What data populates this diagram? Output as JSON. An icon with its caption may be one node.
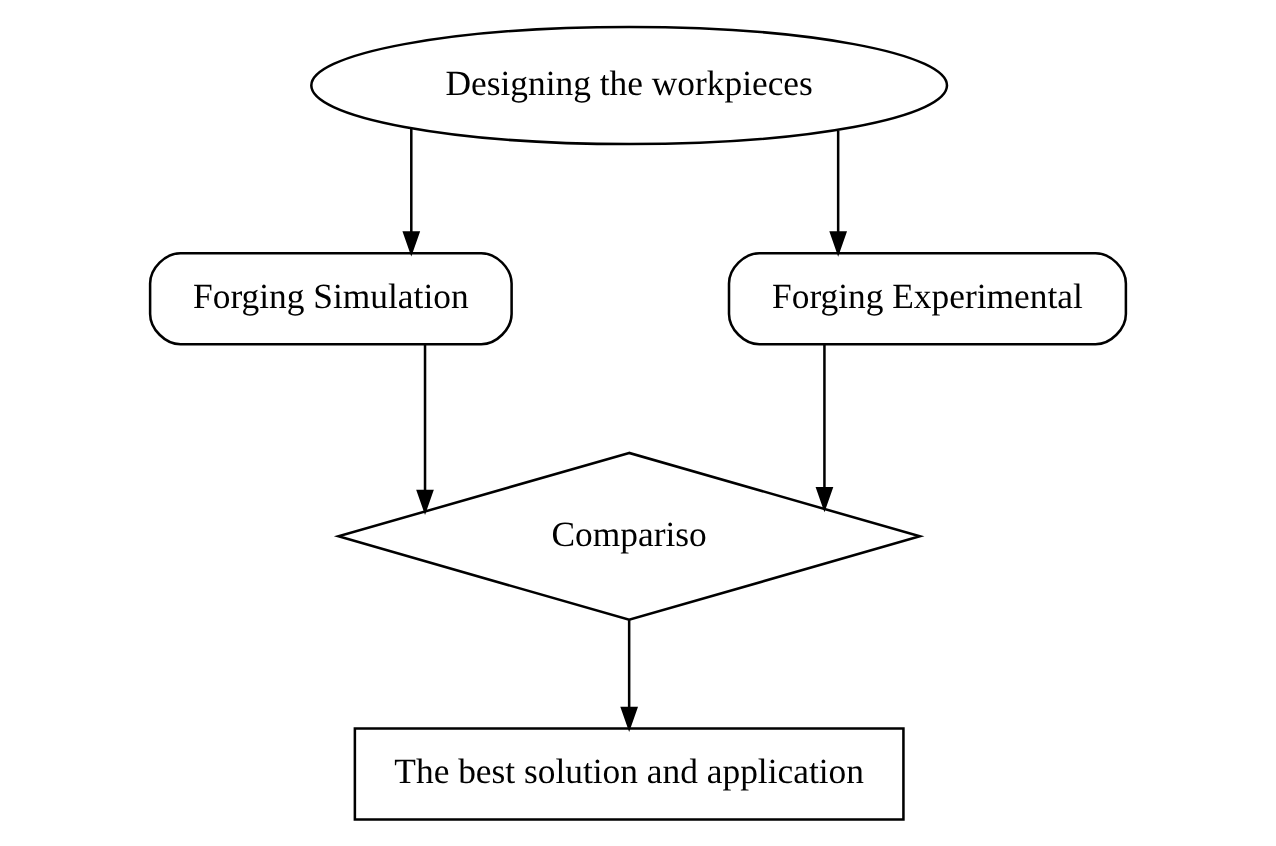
{
  "diagram": {
    "nodes": [
      {
        "text": [
          "Designing the workpieces"
        ]
      },
      {
        "text": [
          "Forging Simulation"
        ]
      },
      {
        "text": [
          "Forging Experimental"
        ]
      },
      {
        "text": [
          "Compariso"
        ]
      },
      {
        "text": [
          "The best solution and application"
        ]
      }
    ],
    "edges": [
      {
        "from": 0,
        "to": 1,
        "arrow": "to"
      },
      {
        "from": 0,
        "to": 2,
        "arrow": "to"
      },
      {
        "from": 1,
        "to": 3,
        "arrow": "to"
      },
      {
        "from": 2,
        "to": 3,
        "arrow": "to"
      },
      {
        "from": 3,
        "to": 4,
        "arrow": "to"
      }
    ]
  }
}
